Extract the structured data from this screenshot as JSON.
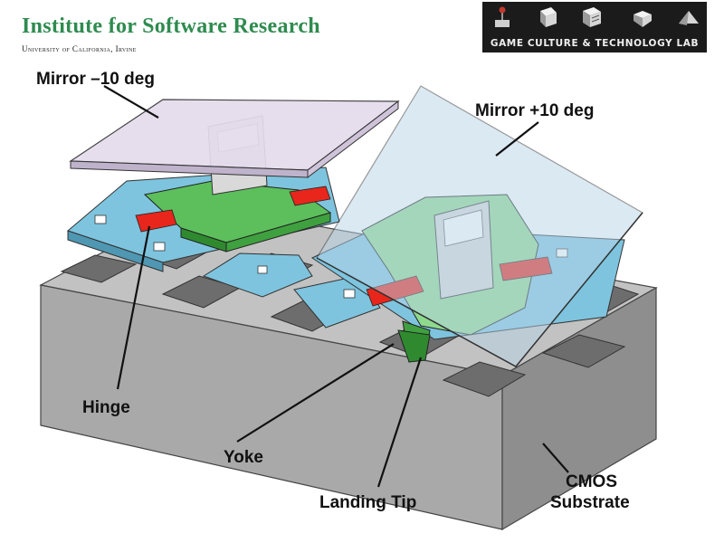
{
  "header": {
    "title": "Institute for Software Research",
    "subtitle": "University of California, Irvine"
  },
  "lab": {
    "name": "GAME CULTURE & TECHNOLOGY LAB"
  },
  "diagram": {
    "labels": {
      "mirror_minus": "Mirror –10 deg",
      "mirror_plus": "Mirror +10 deg",
      "hinge": "Hinge",
      "yoke": "Yoke",
      "landing_tip": "Landing Tip",
      "cmos_line1": "CMOS",
      "cmos_line2": "Substrate"
    }
  },
  "colors": {
    "mirror_fill": "#e4dcec",
    "yoke_green": "#5cbf5c",
    "hinge_red": "#e8261c",
    "electrode_blue": "#7ec4de",
    "substrate_gray": "#b5b5b5",
    "brand_green": "#2e8b4f"
  }
}
